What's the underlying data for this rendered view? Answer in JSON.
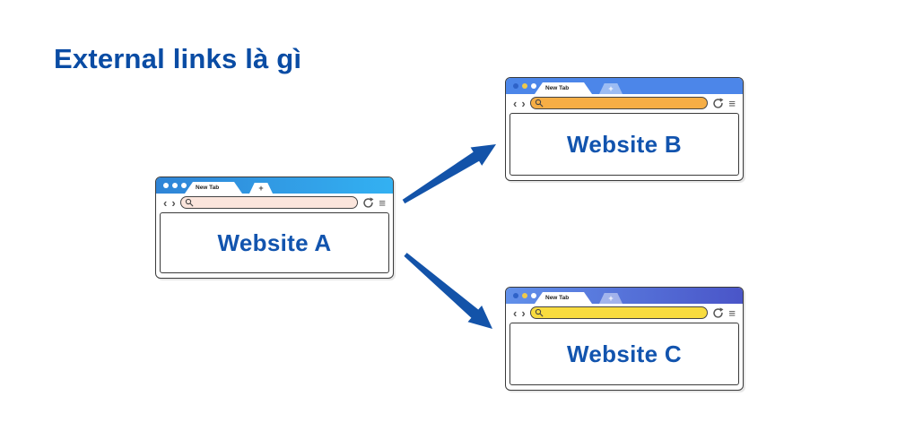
{
  "title": "External links là gì",
  "colors": {
    "background": "#FFFFFF",
    "title_text": "#0A4CA4",
    "website_label_text": "#1254AE",
    "arrow": "#1353A9",
    "window_border": "#3A3A3A"
  },
  "windows": [
    {
      "id": "A",
      "label": "Website A",
      "tab_label": "New Tab",
      "new_tab_button": "+",
      "header_colors": [
        "#2F84D6",
        "#33B1F2"
      ],
      "url_bar_color": "#FBE5DC",
      "traffic_light_colors": [
        "#FFFFFF",
        "#FFFFFF",
        "#FFFFFF"
      ]
    },
    {
      "id": "B",
      "label": "Website B",
      "tab_label": "New Tab",
      "new_tab_button": "+",
      "header_colors": [
        "#4C86E9",
        "#4C86E9"
      ],
      "url_bar_color": "#F6AE45",
      "traffic_light_colors": [
        "#2E62C8",
        "#EFC94C",
        "#FFFFFF"
      ]
    },
    {
      "id": "C",
      "label": "Website C",
      "tab_label": "New Tab",
      "new_tab_button": "+",
      "header_colors": [
        "#6190EA",
        "#4A55C8"
      ],
      "url_bar_color": "#F8DC3F",
      "traffic_light_colors": [
        "#2E62C8",
        "#EFC94C",
        "#FFFFFF"
      ]
    }
  ],
  "toolbar": {
    "back_icon": "‹",
    "forward_icon": "›",
    "search_icon": "magnifier",
    "reload_icon": "circular-arrow",
    "menu_icon": "≡"
  },
  "arrows": [
    {
      "name": "arrow-a-to-b",
      "from": "Website A",
      "to": "Website B"
    },
    {
      "name": "arrow-a-to-c",
      "from": "Website A",
      "to": "Website C"
    }
  ]
}
